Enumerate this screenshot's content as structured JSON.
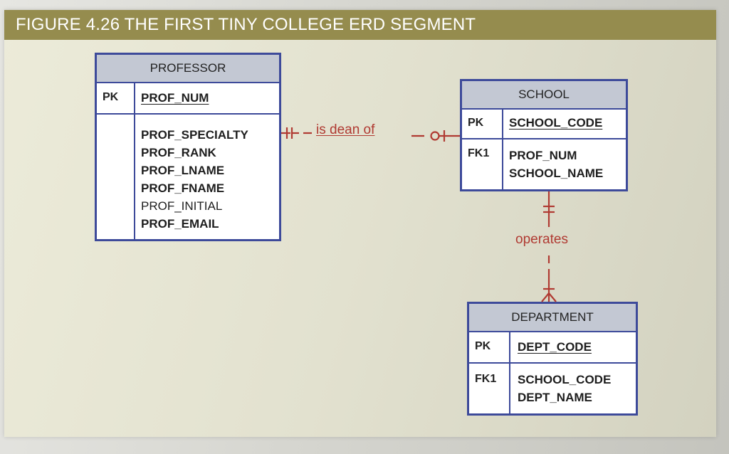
{
  "figure": {
    "title": "FIGURE 4.26 THE FIRST TINY COLLEGE ERD SEGMENT"
  },
  "entities": {
    "professor": {
      "name": "PROFESSOR",
      "pk_label": "PK",
      "pk": "PROF_NUM",
      "attributes": [
        "PROF_SPECIALTY",
        "PROF_RANK",
        "PROF_LNAME",
        "PROF_FNAME",
        "PROF_INITIAL",
        "PROF_EMAIL"
      ]
    },
    "school": {
      "name": "SCHOOL",
      "pk_label": "PK",
      "pk": "SCHOOL_CODE",
      "fk_label": "FK1",
      "attributes": [
        "PROF_NUM",
        "SCHOOL_NAME"
      ]
    },
    "department": {
      "name": "DEPARTMENT",
      "pk_label": "PK",
      "pk": "DEPT_CODE",
      "fk_label": "FK1",
      "attributes": [
        "SCHOOL_CODE",
        "DEPT_NAME"
      ]
    }
  },
  "relationships": {
    "is_dean_of": {
      "label": "is dean of"
    },
    "operates": {
      "label": "operates"
    }
  },
  "colors": {
    "title_bar": "#958c4e",
    "entity_border": "#3d4a9a",
    "entity_header": "#c3c8d3",
    "relationship": "#b03a32"
  }
}
